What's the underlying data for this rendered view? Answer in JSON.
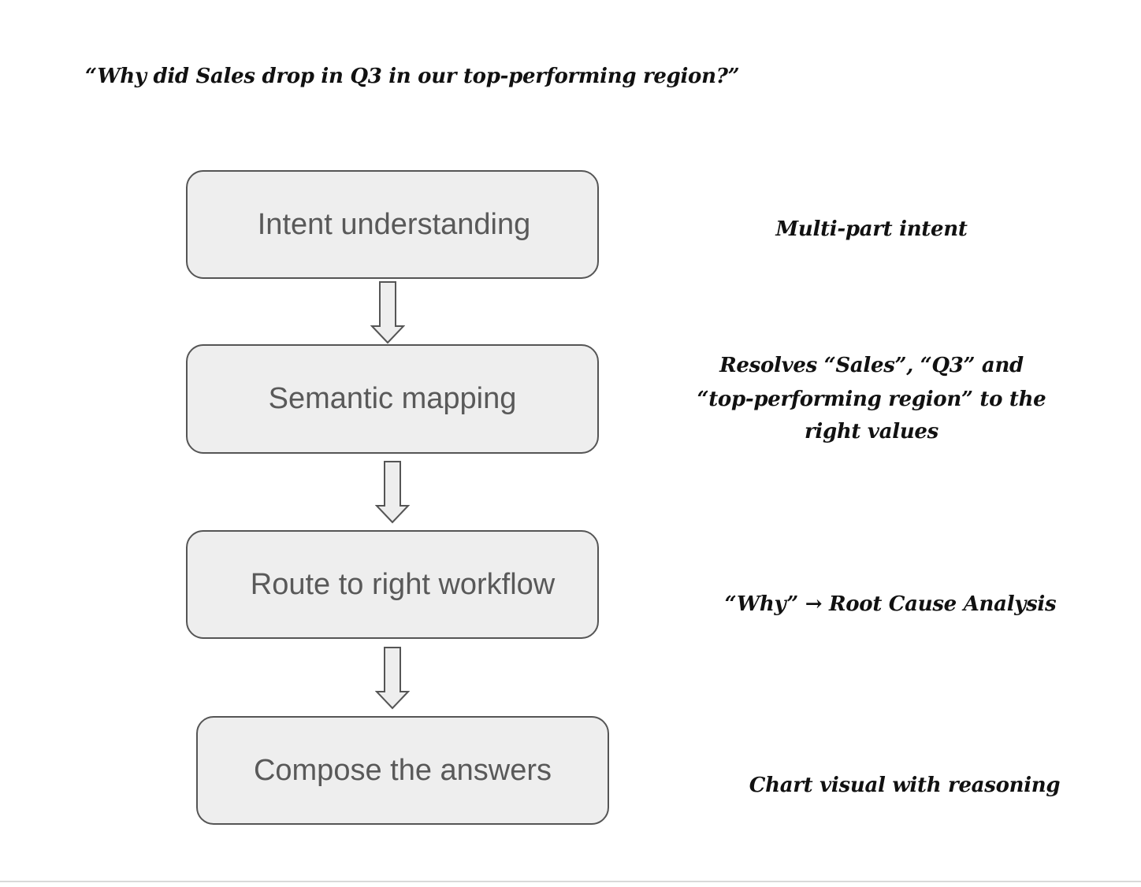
{
  "question": "“Why did Sales drop in Q3 in our top-performing region?”",
  "steps": [
    {
      "label": "Intent understanding"
    },
    {
      "label": "Semantic mapping"
    },
    {
      "label": "Route to right workflow"
    },
    {
      "label": "Compose the answers"
    }
  ],
  "annotations": [
    {
      "lines": [
        "Multi-part intent"
      ]
    },
    {
      "lines": [
        "Resolves “Sales”, “Q3” and",
        "“top-performing region” to the",
        "right values"
      ]
    },
    {
      "lines": [
        "“Why” → Root Cause Analysis"
      ]
    },
    {
      "lines": [
        "Chart visual with reasoning"
      ]
    }
  ],
  "colors": {
    "box_fill": "#eeeeee",
    "box_border": "#555555",
    "box_text": "#595959",
    "annotation_text": "#111111"
  }
}
